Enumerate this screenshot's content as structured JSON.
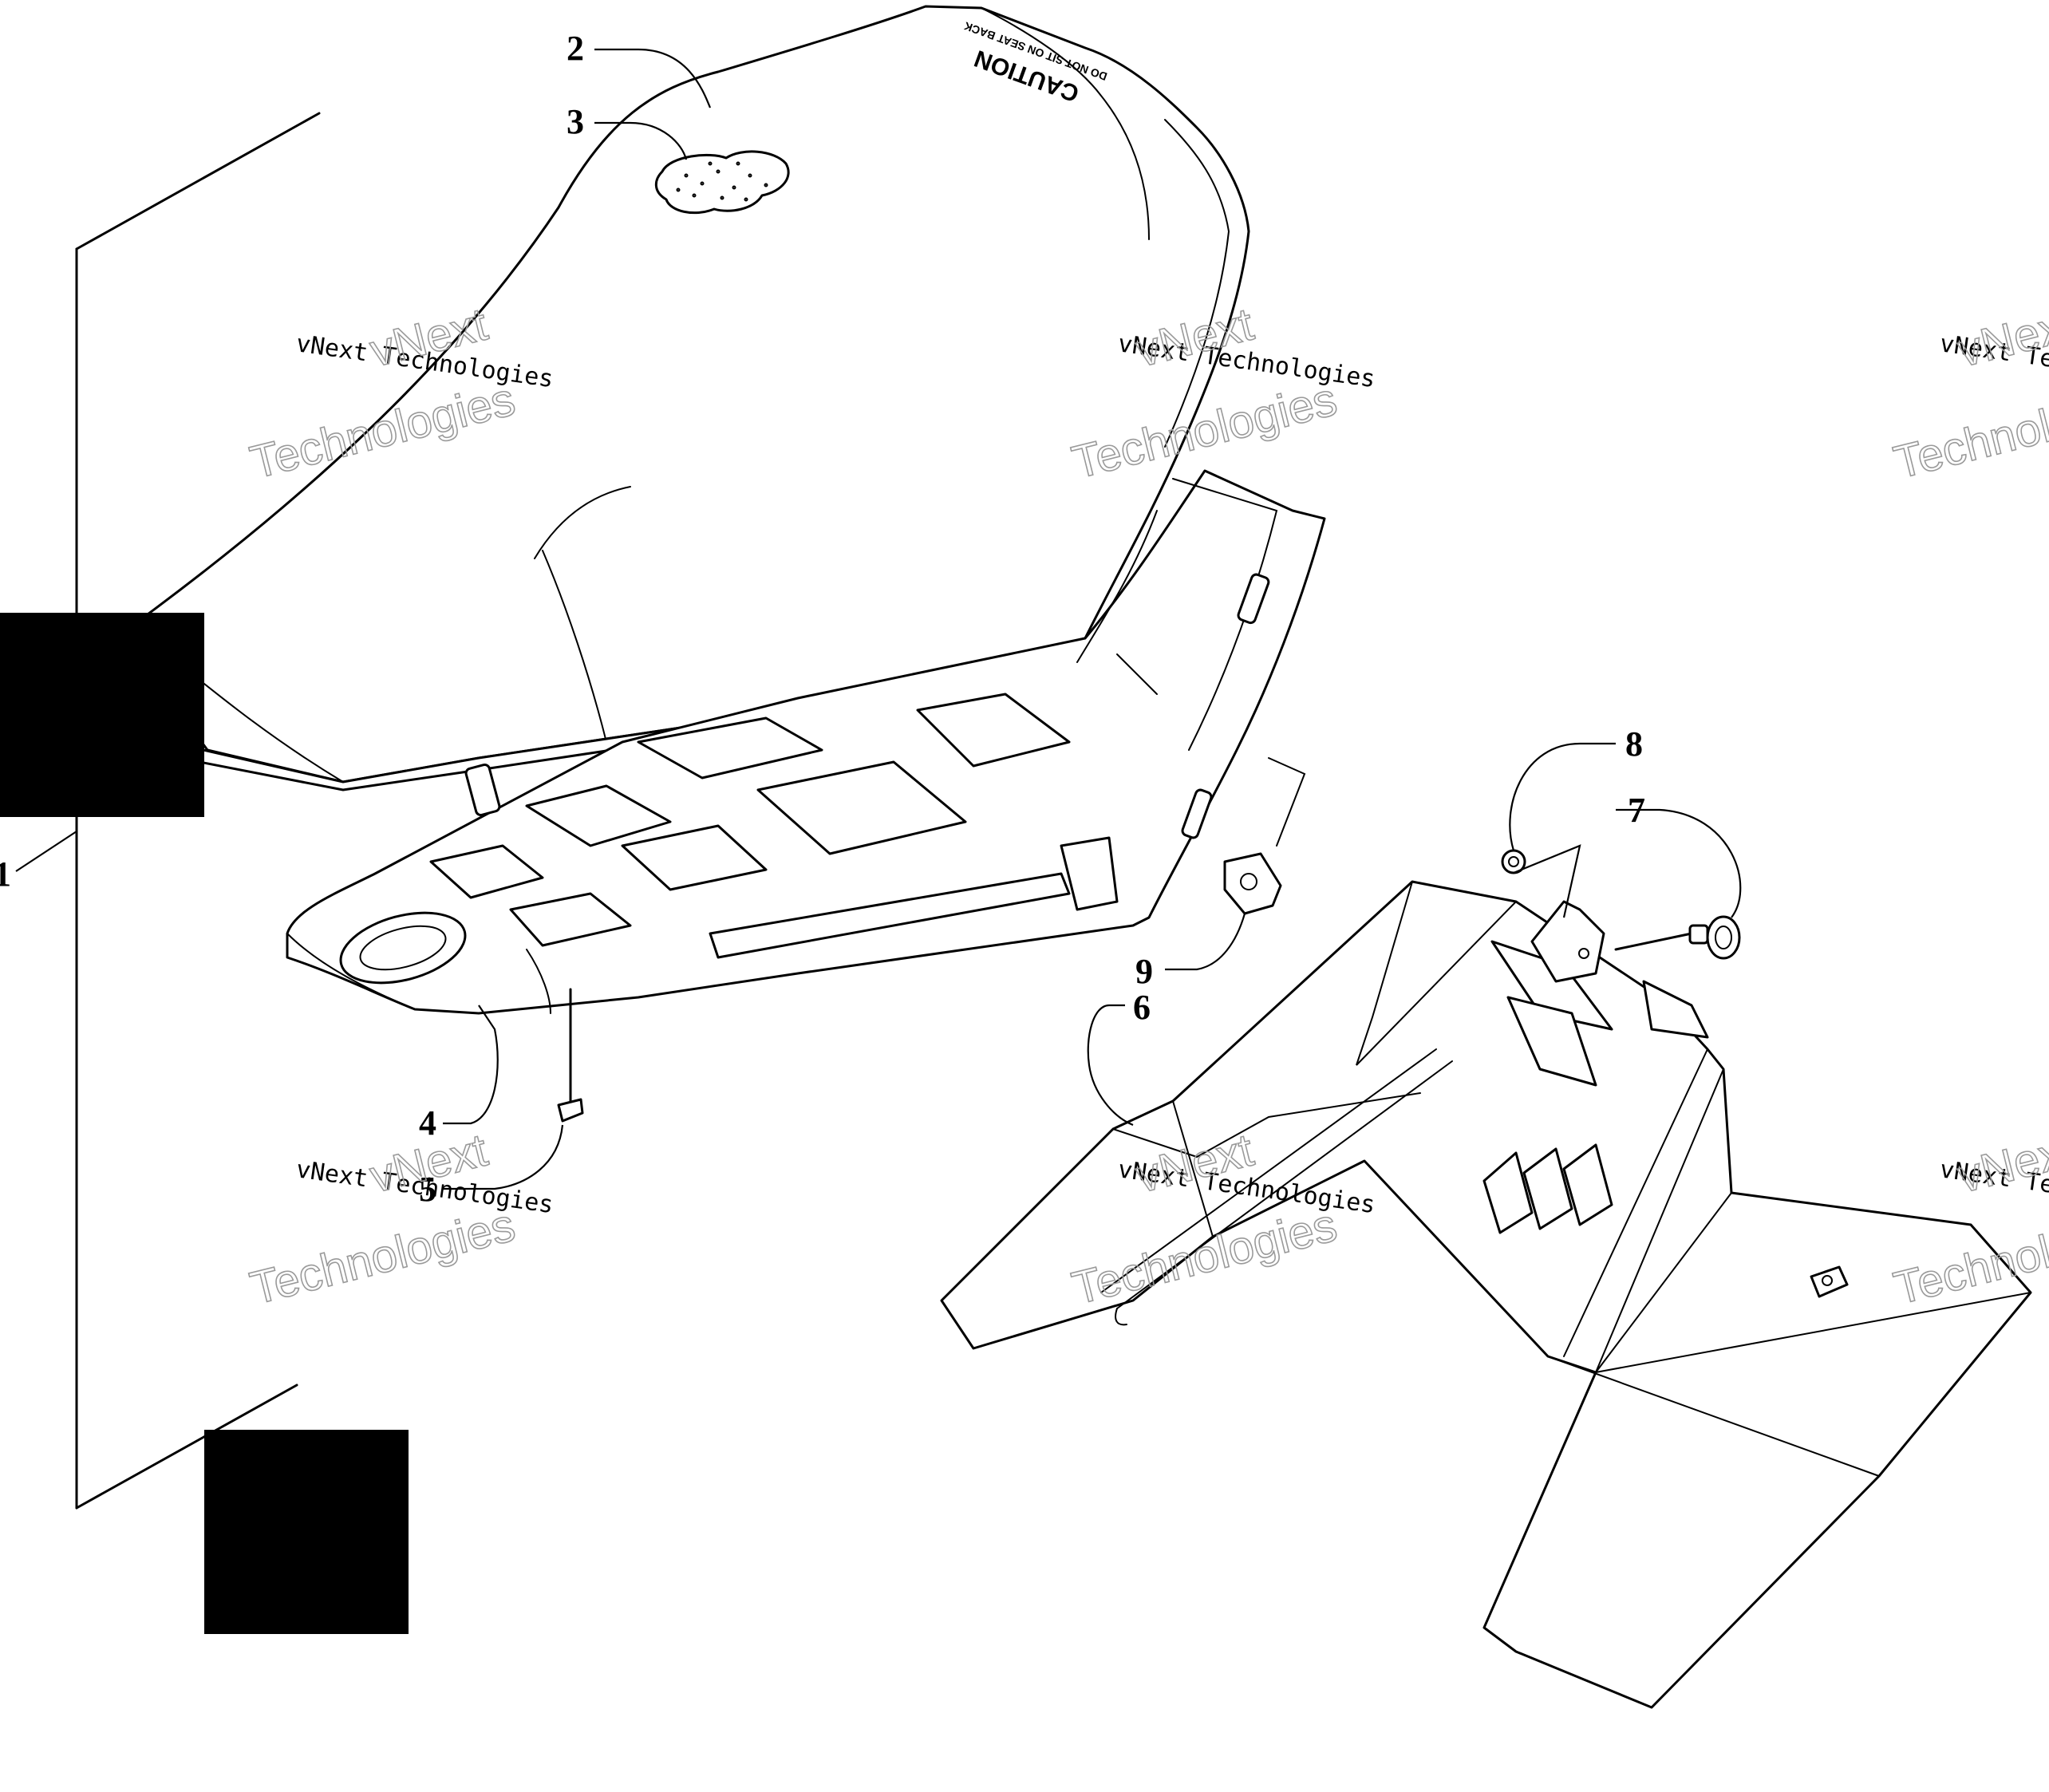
{
  "callouts": {
    "c1": "1",
    "c2": "2",
    "c3": "3",
    "c4": "4",
    "c5": "5",
    "c6": "6",
    "c7": "7",
    "c8": "8",
    "c9": "9"
  },
  "seat_label": {
    "caution": "CAUTION",
    "warning": "DO NOT SIT ON SEAT BACK"
  },
  "watermark": {
    "line1": "vNext Technologies",
    "line2a": "vNext",
    "line2b": "Technologies"
  },
  "colors": {
    "ink": "#000000",
    "background": "#ffffff",
    "watermark_outline": "#9a9a9a"
  }
}
